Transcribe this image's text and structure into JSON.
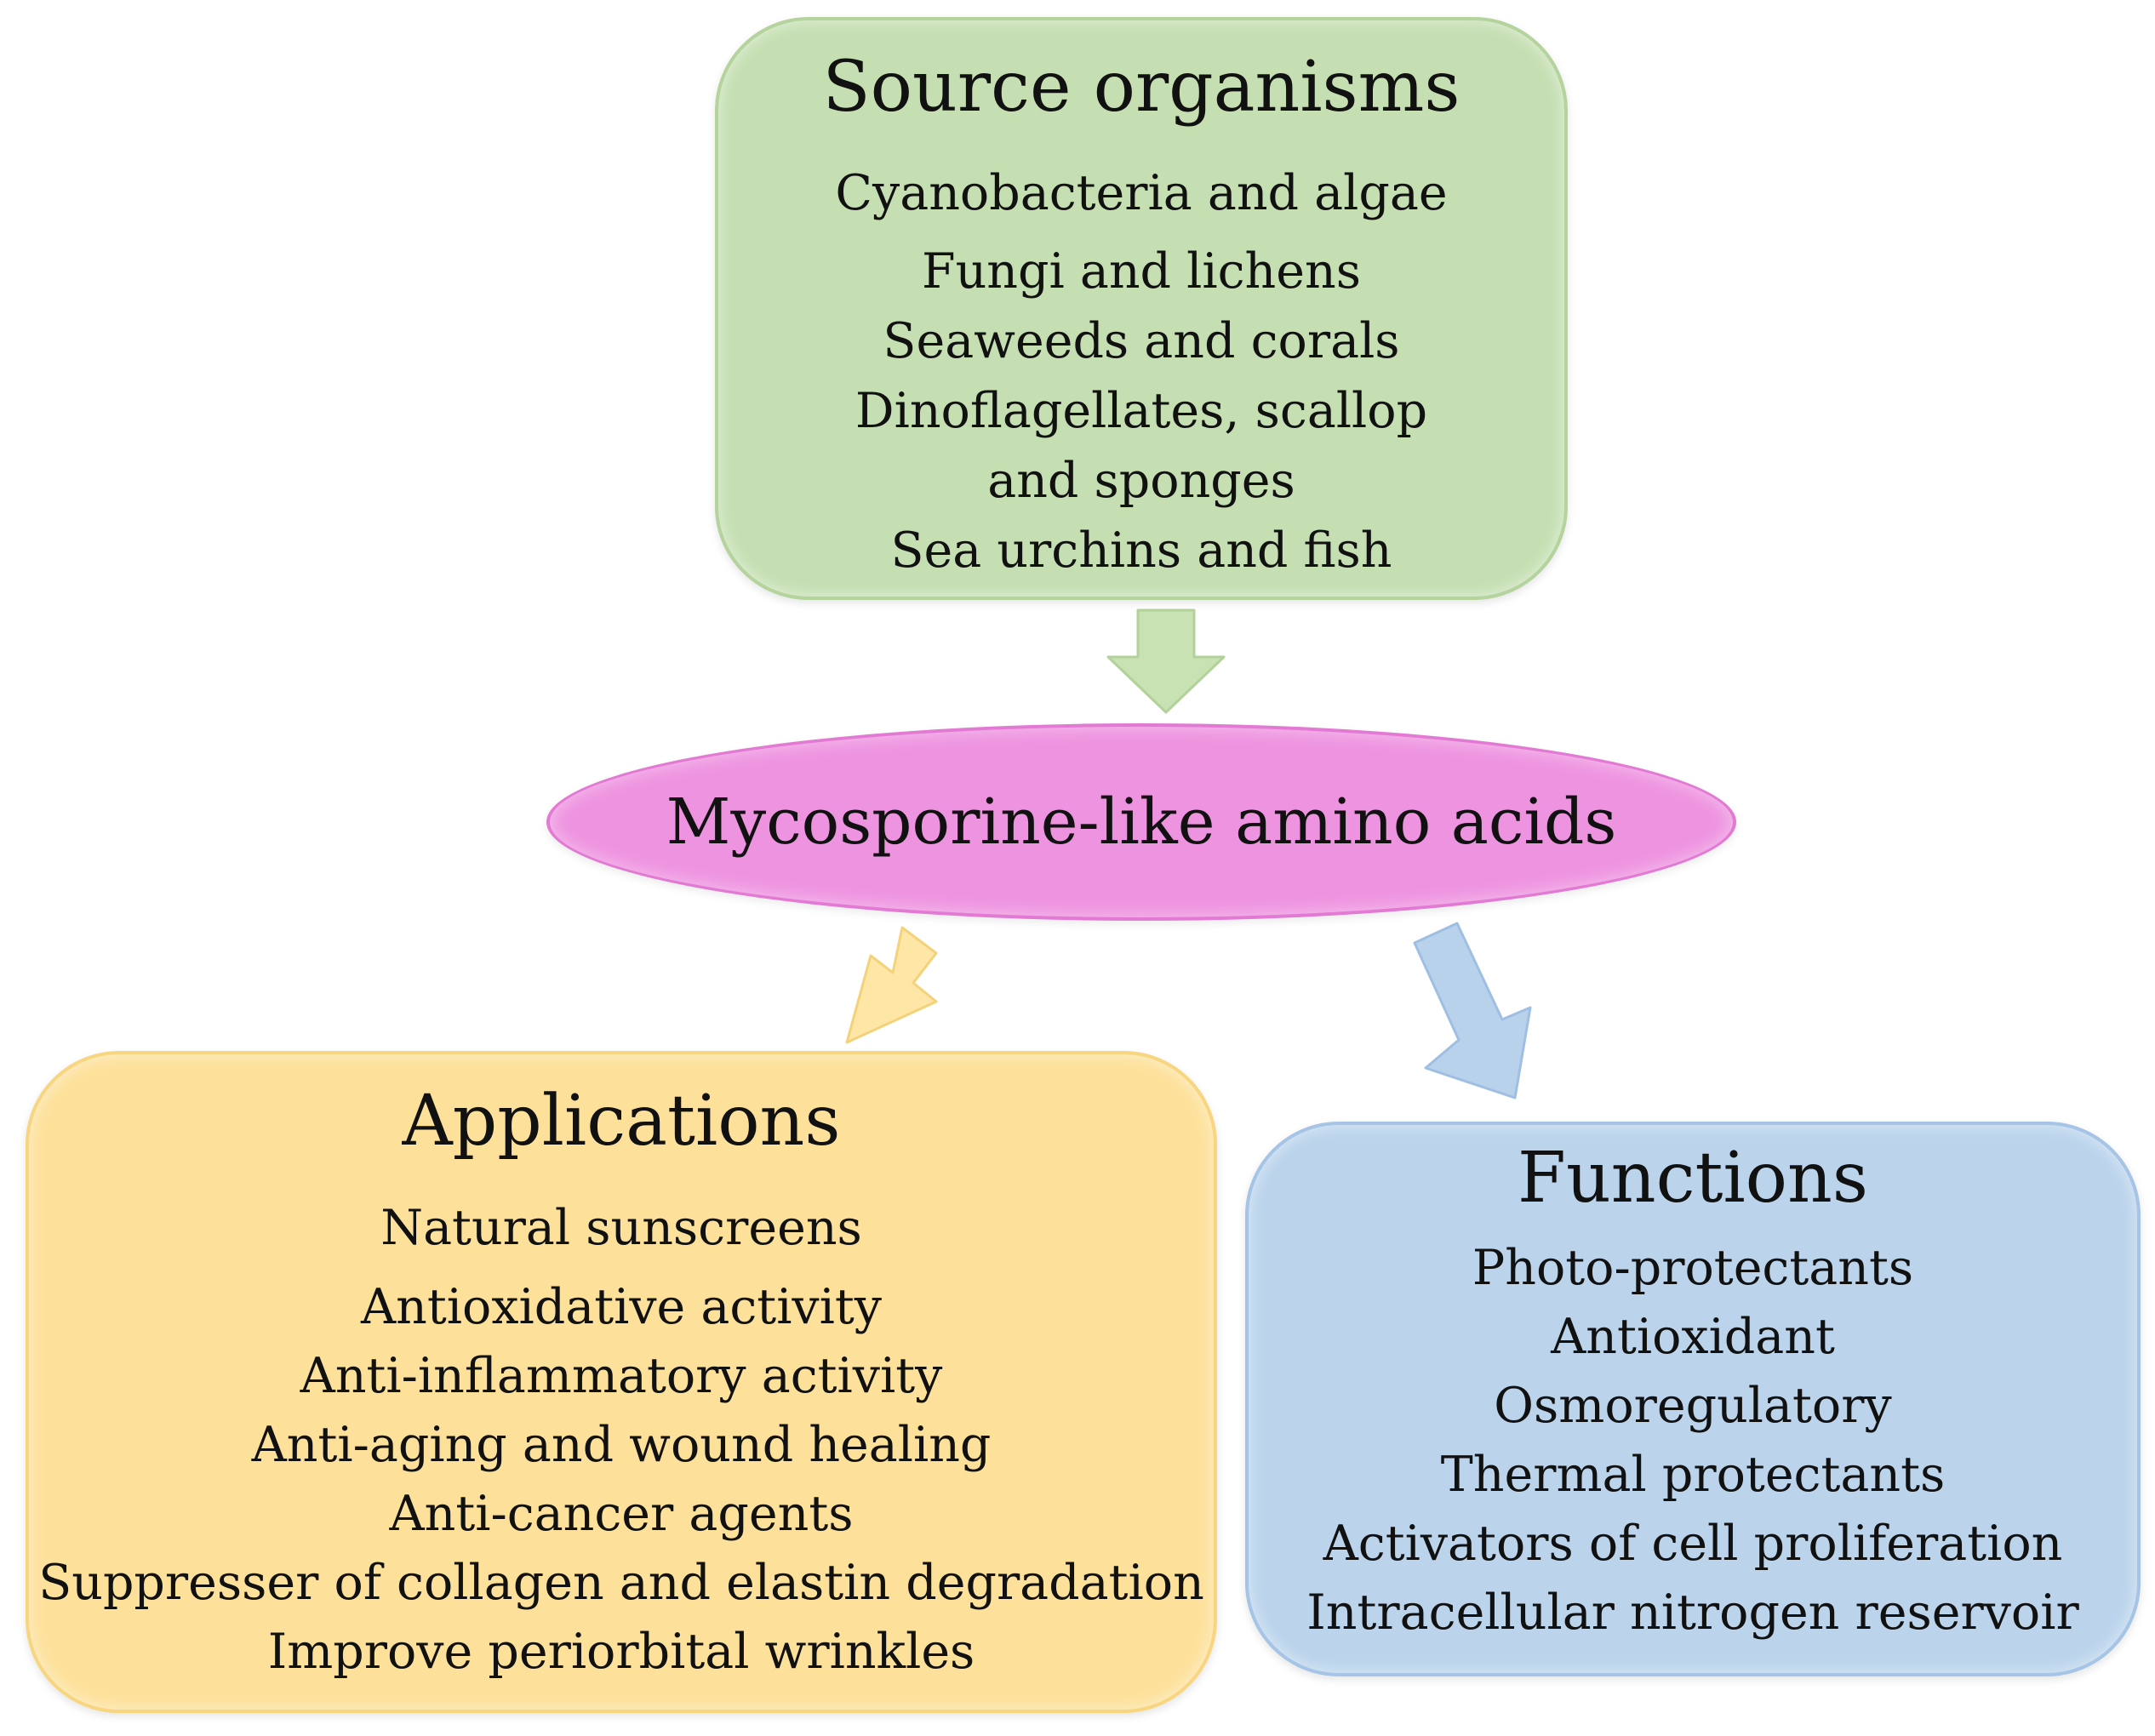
{
  "source": {
    "title": "Source organisms",
    "items": [
      "Cyanobacteria and algae",
      "Fungi and lichens",
      "Seaweeds and corals",
      "Dinoflagellates, scallop",
      "and sponges",
      "Sea urchins and fish"
    ],
    "color": "#c5dfb2"
  },
  "center": {
    "label": "Mycosporine-like amino acids",
    "color": "#ee93e0"
  },
  "applications": {
    "title": "Applications",
    "items": [
      "Natural sunscreens",
      "Antioxidative activity",
      "Anti-inflammatory activity",
      "Anti-aging and wound healing",
      "Anti-cancer agents",
      "Suppresser of collagen and elastin degradation",
      "Improve periorbital wrinkles"
    ],
    "color": "#fde19b"
  },
  "functions": {
    "title": "Functions",
    "items": [
      "Photo-protectants",
      "Antioxidant",
      "Osmoregulatory",
      "Thermal protectants",
      "Activators of cell proliferation",
      "Intracellular nitrogen reservoir"
    ],
    "color": "#bbd4ec"
  },
  "arrows": {
    "source_to_center": {
      "color": "#c8e2b3"
    },
    "center_to_applications": {
      "color": "#fde6a6"
    },
    "center_to_functions": {
      "color": "#b9d2ec"
    }
  }
}
